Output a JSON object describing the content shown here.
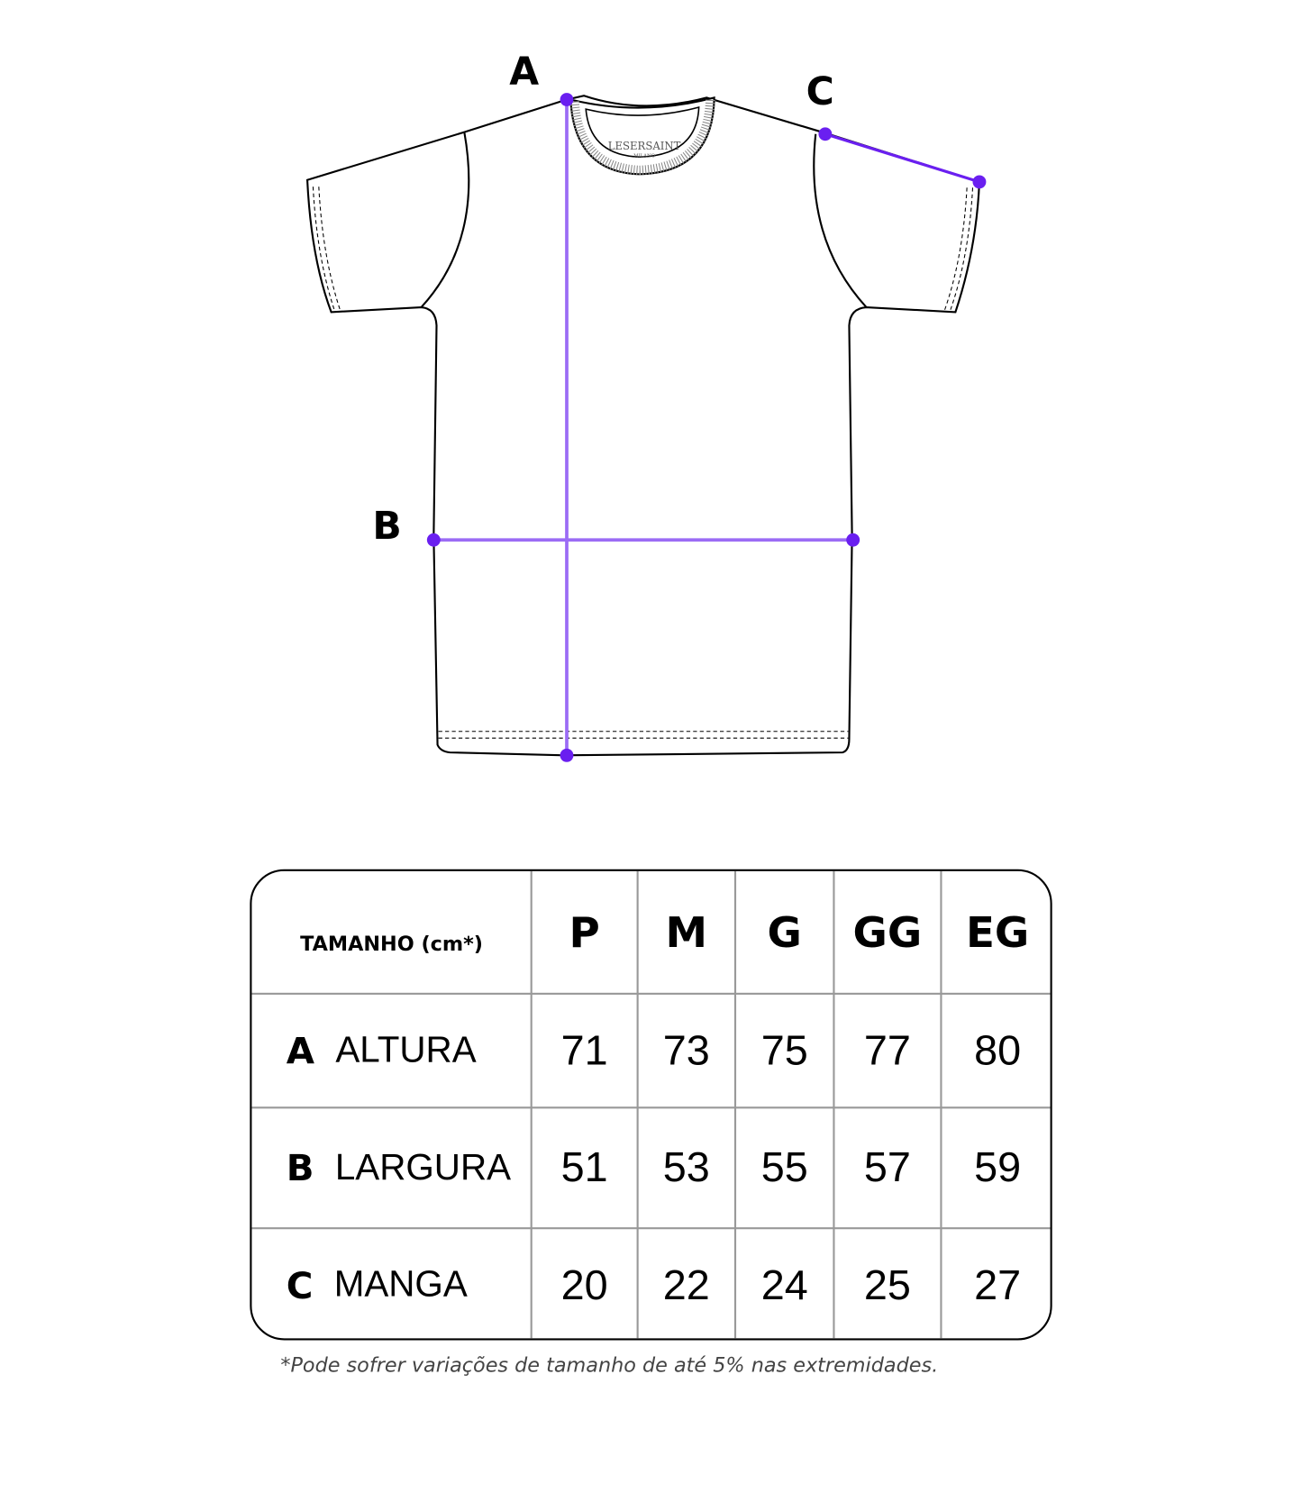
{
  "diagram": {
    "brand": "LESERSAINT",
    "brand_sub": "MILANO",
    "labels": {
      "a": "A",
      "b": "B",
      "c": "C"
    },
    "measure_color": "#6a1ff0",
    "line_color": "#9b6cf5"
  },
  "table": {
    "header_label": "TAMANHO (cm*)",
    "sizes": [
      "P",
      "M",
      "G",
      "GG",
      "EG"
    ],
    "rows": [
      {
        "key": "A",
        "name": "ALTURA",
        "values": [
          "71",
          "73",
          "75",
          "77",
          "80"
        ]
      },
      {
        "key": "B",
        "name": "LARGURA",
        "values": [
          "51",
          "53",
          "55",
          "57",
          "59"
        ]
      },
      {
        "key": "C",
        "name": "MANGA",
        "values": [
          "20",
          "22",
          "24",
          "25",
          "27"
        ]
      }
    ]
  },
  "footnote": "*Pode sofrer variações de tamanho de até 5% nas extremidades."
}
